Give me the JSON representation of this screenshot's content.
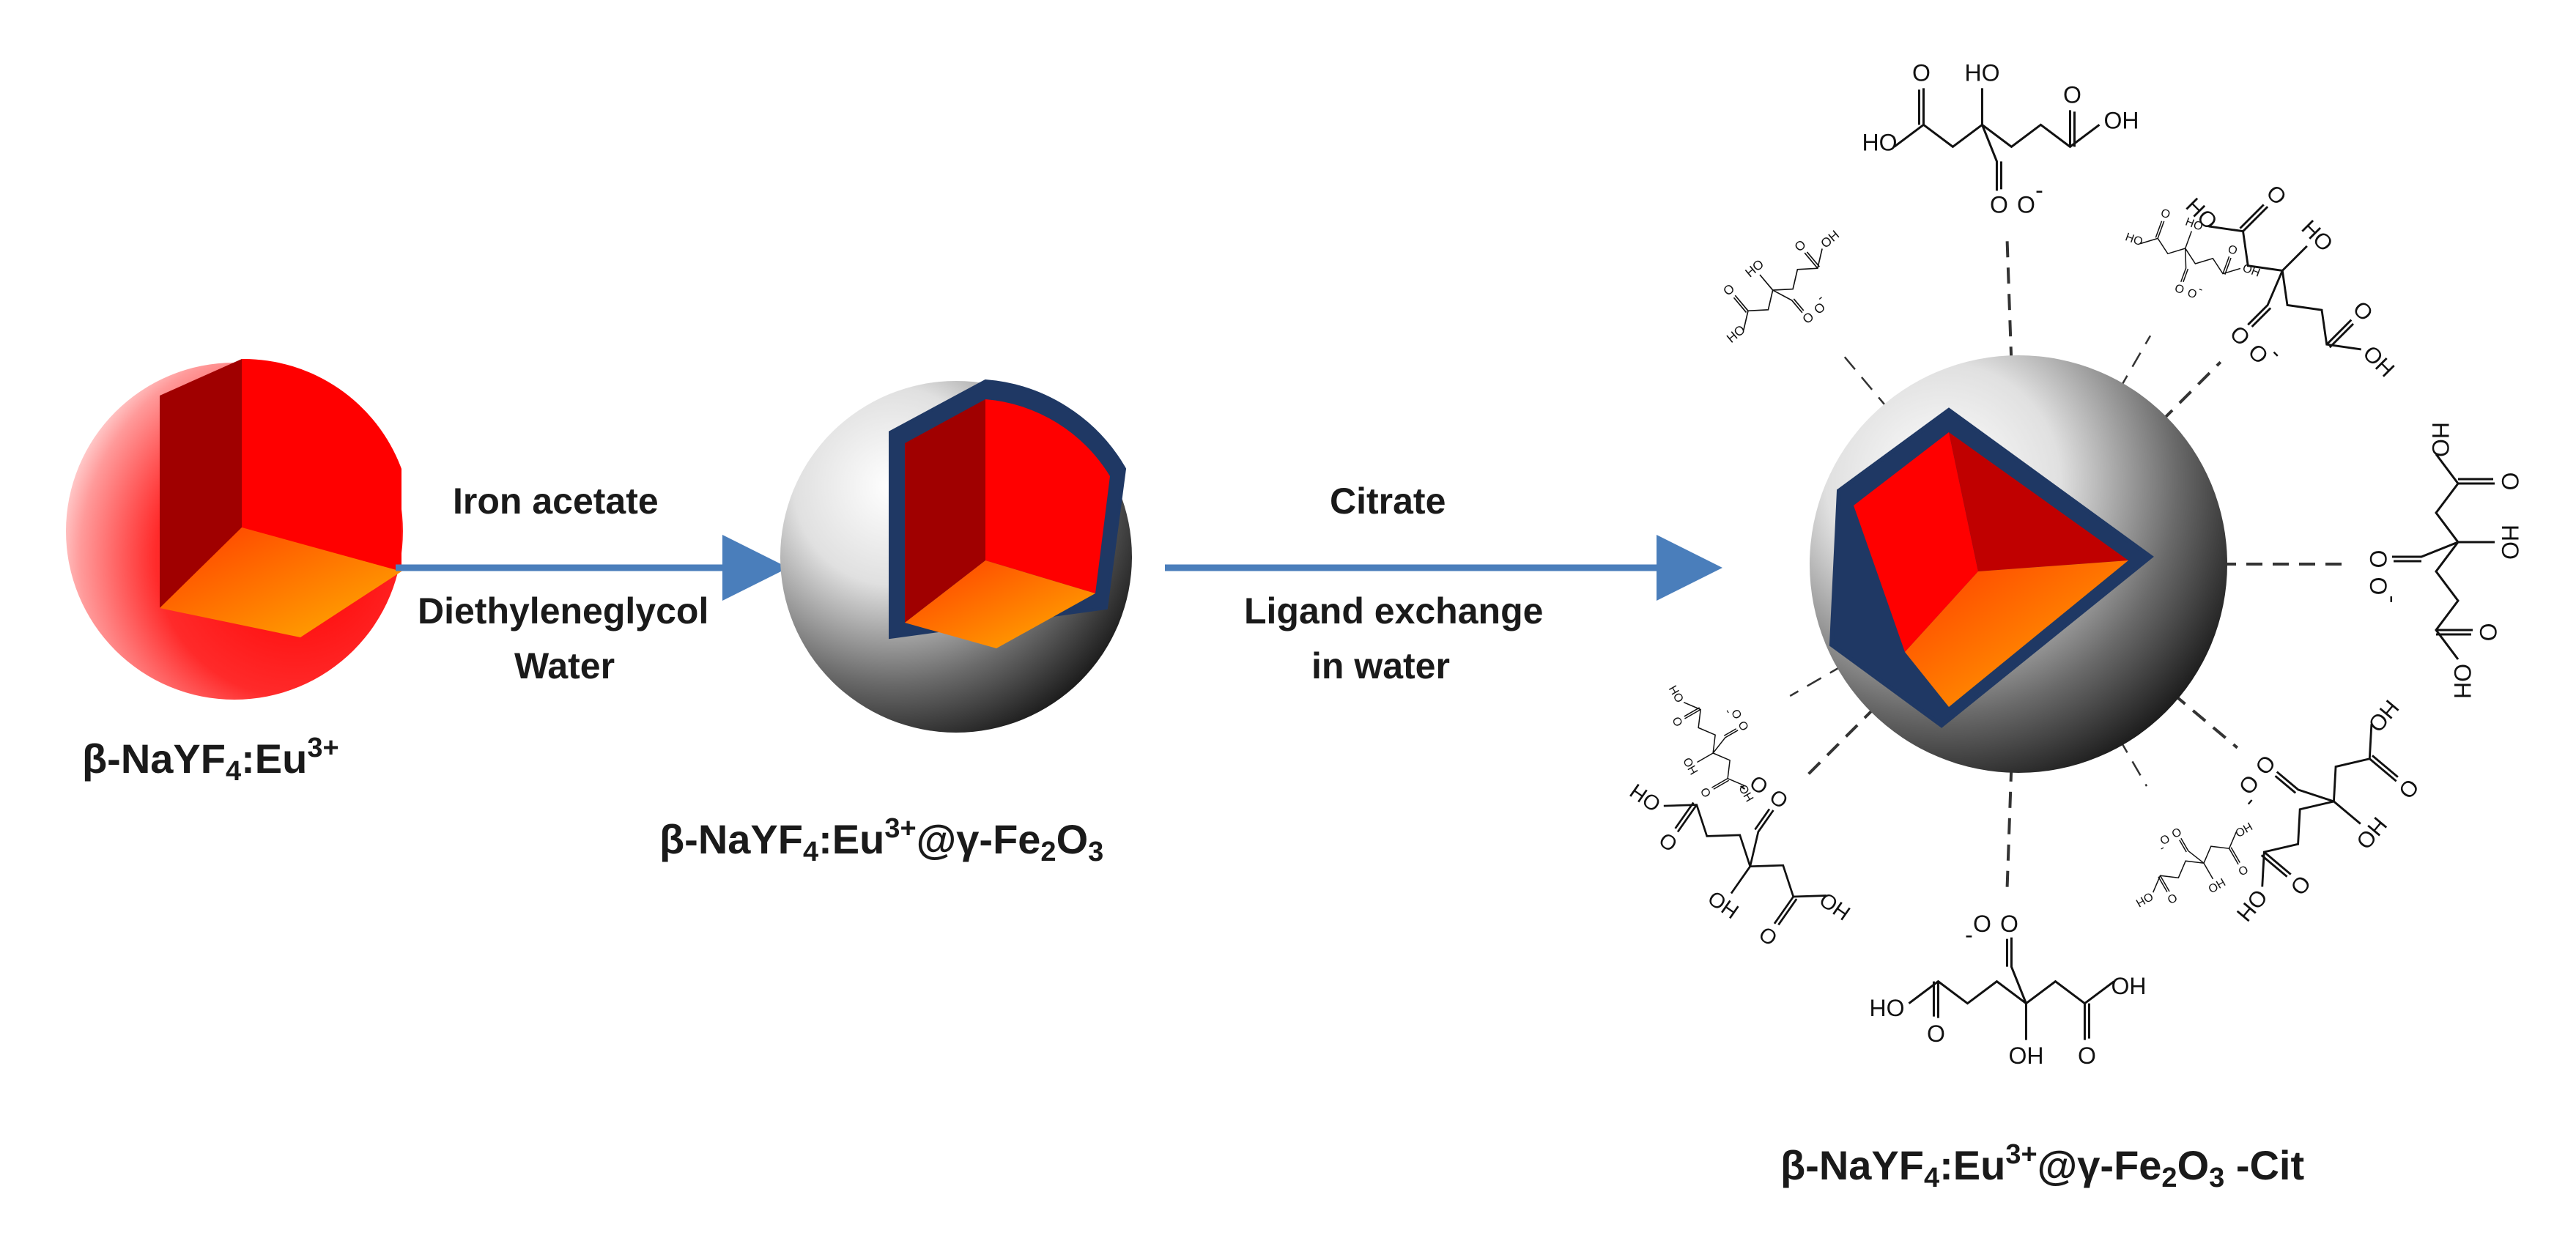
{
  "stages": [
    {
      "id": "core",
      "label_parts": [
        {
          "text": "β-NaYF",
          "style": "normal"
        },
        {
          "text": "4",
          "style": "sub"
        },
        {
          "text": ":Eu",
          "style": "normal"
        },
        {
          "text": "3+",
          "style": "sup"
        }
      ]
    },
    {
      "id": "core-shell",
      "label_parts": [
        {
          "text": "β-NaYF",
          "style": "normal"
        },
        {
          "text": "4",
          "style": "sub"
        },
        {
          "text": ":Eu",
          "style": "normal"
        },
        {
          "text": "3+",
          "style": "sup"
        },
        {
          "text": "@γ-Fe",
          "style": "normal"
        },
        {
          "text": "2",
          "style": "sub"
        },
        {
          "text": "O",
          "style": "normal"
        },
        {
          "text": "3",
          "style": "sub"
        }
      ]
    },
    {
      "id": "citrate-coated",
      "label_parts": [
        {
          "text": "β-NaYF",
          "style": "normal"
        },
        {
          "text": "4",
          "style": "sub"
        },
        {
          "text": ":Eu",
          "style": "normal"
        },
        {
          "text": "3+",
          "style": "sup"
        },
        {
          "text": "@γ-Fe",
          "style": "normal"
        },
        {
          "text": "2",
          "style": "sub"
        },
        {
          "text": "O",
          "style": "normal"
        },
        {
          "text": "3",
          "style": "sub"
        },
        {
          "text": " -Cit",
          "style": "normal"
        }
      ]
    }
  ],
  "steps": [
    {
      "above": "Iron acetate",
      "below": [
        "Diethyleneglycol",
        "Water"
      ]
    },
    {
      "above": "Citrate",
      "below": [
        "Ligand exchange",
        "in water"
      ]
    }
  ],
  "molecule_labels": {
    "hydroxyl": "HO",
    "hydroxyl_alt": "OH",
    "oxygen": "O",
    "carboxylate_charge": "-"
  },
  "colors": {
    "arrow": "#4a7ebb",
    "core_red": "#ff0000",
    "core_dark": "#a00000",
    "core_orange": "#ff8c00",
    "shell_navy": "#1f3864",
    "dash": "#333333"
  }
}
